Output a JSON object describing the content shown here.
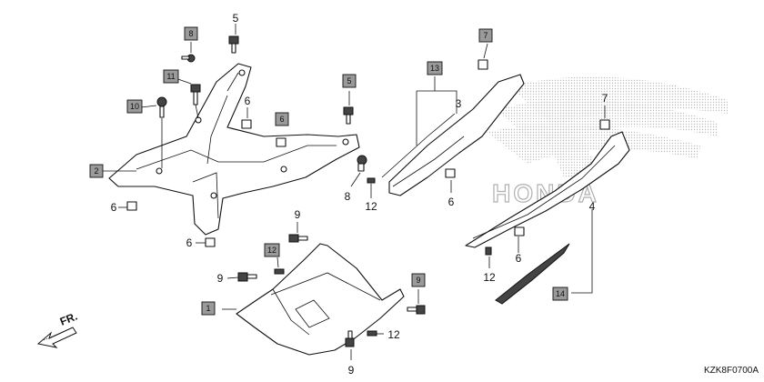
{
  "diagram": {
    "drawing_code": "KZK8F0700A",
    "direction_label": "FR.",
    "watermark_text": "HONDA",
    "callouts": [
      {
        "id": "c1",
        "label": "1",
        "boxed": true
      },
      {
        "id": "c2",
        "label": "2",
        "boxed": true
      },
      {
        "id": "c3",
        "label": "3",
        "boxed": false
      },
      {
        "id": "c4",
        "label": "4",
        "boxed": false
      },
      {
        "id": "c5a",
        "label": "5",
        "boxed": false
      },
      {
        "id": "c5b",
        "label": "5",
        "boxed": true
      },
      {
        "id": "c6a",
        "label": "6",
        "boxed": false
      },
      {
        "id": "c6b",
        "label": "6",
        "boxed": true
      },
      {
        "id": "c6c",
        "label": "6",
        "boxed": false
      },
      {
        "id": "c6d",
        "label": "6",
        "boxed": false
      },
      {
        "id": "c6e",
        "label": "6",
        "boxed": false
      },
      {
        "id": "c6f",
        "label": "6",
        "boxed": false
      },
      {
        "id": "c7a",
        "label": "7",
        "boxed": true
      },
      {
        "id": "c7b",
        "label": "7",
        "boxed": false
      },
      {
        "id": "c8a",
        "label": "8",
        "boxed": true
      },
      {
        "id": "c8b",
        "label": "8",
        "boxed": false
      },
      {
        "id": "c9a",
        "label": "9",
        "boxed": false
      },
      {
        "id": "c9b",
        "label": "9",
        "boxed": false
      },
      {
        "id": "c9c",
        "label": "9",
        "boxed": true
      },
      {
        "id": "c9d",
        "label": "9",
        "boxed": false
      },
      {
        "id": "c10",
        "label": "10",
        "boxed": true
      },
      {
        "id": "c11",
        "label": "11",
        "boxed": true
      },
      {
        "id": "c12a",
        "label": "12",
        "boxed": false
      },
      {
        "id": "c12b",
        "label": "12",
        "boxed": true
      },
      {
        "id": "c12c",
        "label": "12",
        "boxed": false
      },
      {
        "id": "c12d",
        "label": "12",
        "boxed": false
      },
      {
        "id": "c13",
        "label": "13",
        "boxed": true
      },
      {
        "id": "c14",
        "label": "14",
        "boxed": true
      }
    ]
  }
}
